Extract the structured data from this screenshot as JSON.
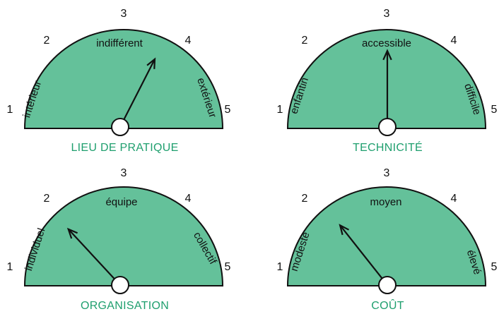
{
  "colors": {
    "fill": "#64c19a",
    "stroke": "#111111",
    "title": "#1f9f6e"
  },
  "scale": [
    "1",
    "2",
    "3",
    "4",
    "5"
  ],
  "gauges": [
    {
      "title": "LIEU DE PRATIQUE",
      "labels": [
        "intérieur",
        "indifférent",
        "extérieur"
      ],
      "value": 3.6
    },
    {
      "title": "TECHNICITÉ",
      "labels": [
        "enfantin",
        "accessible",
        "difficile"
      ],
      "value": 3
    },
    {
      "title": "ORGANISATION",
      "labels": [
        "individuel",
        "équipe",
        "collectif"
      ],
      "value": 2.05
    },
    {
      "title": "COÛT",
      "labels": [
        "modeste",
        "moyen",
        "élevé"
      ],
      "value": 2.15
    }
  ]
}
